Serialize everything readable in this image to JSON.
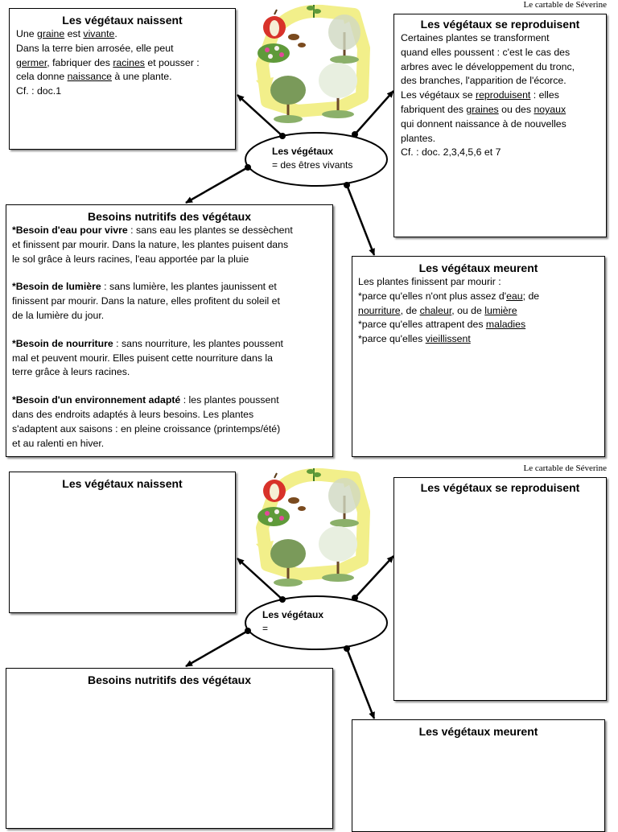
{
  "credit": "Le cartable de Séverine",
  "center": {
    "title": "Les végétaux",
    "definition_filled": "= des êtres vivants",
    "definition_blank": "="
  },
  "naissent": {
    "title": "Les végétaux naissent",
    "l1_a": "Une ",
    "l1_u1": "graine",
    "l1_b": " est ",
    "l1_u2": "vivante",
    "l1_c": ".",
    "l2": "Dans la terre bien arrosée, elle peut",
    "l3_u1": "germer",
    "l3_a": ", fabriquer des ",
    "l3_u2": "racines",
    "l3_b": " et pousser :",
    "l4_a": "cela donne ",
    "l4_u": "naissance",
    "l4_b": " à une plante.",
    "l5": "Cf. : doc.1"
  },
  "reproduisent": {
    "title": "Les végétaux se reproduisent",
    "l1": "Certaines plantes se transforment",
    "l2": "quand elles poussent : c'est le cas des",
    "l3": "arbres avec le développement du tronc,",
    "l4": "des branches, l'apparition de l'écorce.",
    "l5_a": "Les végétaux se ",
    "l5_u": "reproduisent",
    "l5_b": " : elles",
    "l6_a": "fabriquent des ",
    "l6_u1": "graines",
    "l6_b": " ou des ",
    "l6_u2": "noyaux",
    "l7": "qui donnent naissance à de nouvelles",
    "l8": "plantes.",
    "l9": "Cf. : doc. 2,3,4,5,6 et 7"
  },
  "besoins": {
    "title": "Besoins nutritifs des végétaux",
    "b1_bold": "*Besoin d'eau pour vivre",
    "b1_text": " : sans eau les plantes se dessèchent",
    "b1_l2": "et finissent par mourir. Dans la nature, les plantes puisent dans",
    "b1_l3": "le sol grâce à leurs racines, l'eau apportée par la pluie",
    "b2_bold": "*Besoin de lumière",
    "b2_text": " : sans lumière, les plantes jaunissent et",
    "b2_l2": "finissent par mourir. Dans la nature, elles profitent du soleil et",
    "b2_l3": "de la lumière du jour.",
    "b3_bold": "*Besoin de nourriture",
    "b3_text": " : sans nourriture, les plantes poussent",
    "b3_l2": "mal et peuvent mourir. Elles puisent cette nourriture dans la",
    "b3_l3": "terre grâce à leurs racines.",
    "b4_bold": "*Besoin d'un environnement adapté",
    "b4_text": " : les plantes poussent",
    "b4_l2": "dans des endroits adaptés à leurs besoins. Les plantes",
    "b4_l3": "s'adaptent aux saisons : en pleine croissance (printemps/été)",
    "b4_l4": "et au ralenti en hiver."
  },
  "meurent": {
    "title": "Les végétaux meurent",
    "l1": "Les plantes finissent par mourir :",
    "l2_a": "*parce qu'elles n'ont plus assez d'",
    "l2_u": "eau",
    "l2_b": "; de",
    "l3_u1": "nourriture",
    "l3_a": ", de ",
    "l3_u2": "chaleur",
    "l3_b": ", ou de ",
    "l3_u3": "lumière",
    "l4_a": "*parce qu'elles attrapent des ",
    "l4_u": "maladies",
    "l5_a": "*parce qu'elles ",
    "l5_u": "vieillissent"
  },
  "colors": {
    "cycle_arrow": "#f2ef8a",
    "foliage": "#6c9a3c",
    "apple": "#d8322a"
  }
}
